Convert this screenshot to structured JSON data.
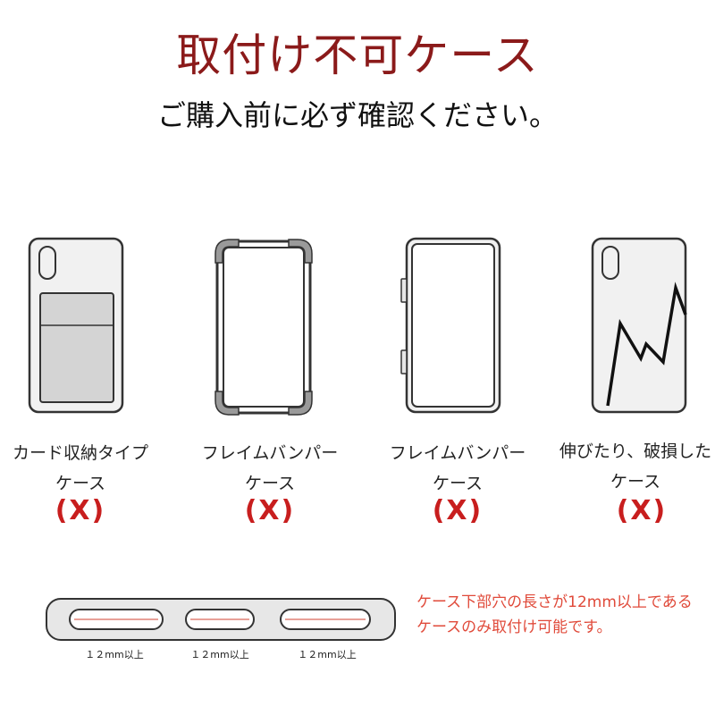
{
  "header": {
    "title": "取付け不可ケース",
    "subtitle": "ご購入前に必ず確認ください。"
  },
  "cases": [
    {
      "line1": "カード収納タイプ",
      "line2": "ケース",
      "mark": "(X)",
      "icon": "card-pocket-case-icon"
    },
    {
      "line1": "フレイムバンパー",
      "line2": "ケース",
      "mark": "(X)",
      "icon": "bumper-frame-case-icon"
    },
    {
      "line1": "フレイムバンパー",
      "line2": "ケース",
      "mark": "(X)",
      "icon": "frame-bumper-case-icon"
    },
    {
      "line1": "伸びたり、破損した",
      "line2": "ケース",
      "mark": "(X)",
      "icon": "damaged-case-icon"
    }
  ],
  "bottom": {
    "slot_labels": [
      "１２mm以上",
      "１２mm以上",
      "１２mm以上"
    ],
    "note_line1": "ケース下部穴の長さが12mm以上である",
    "note_line2": "ケースのみ取付け可能です。"
  },
  "colors": {
    "title": "#8b1a1a",
    "mark": "#c81e1e",
    "note": "#e04a3a",
    "outline": "#333333"
  }
}
